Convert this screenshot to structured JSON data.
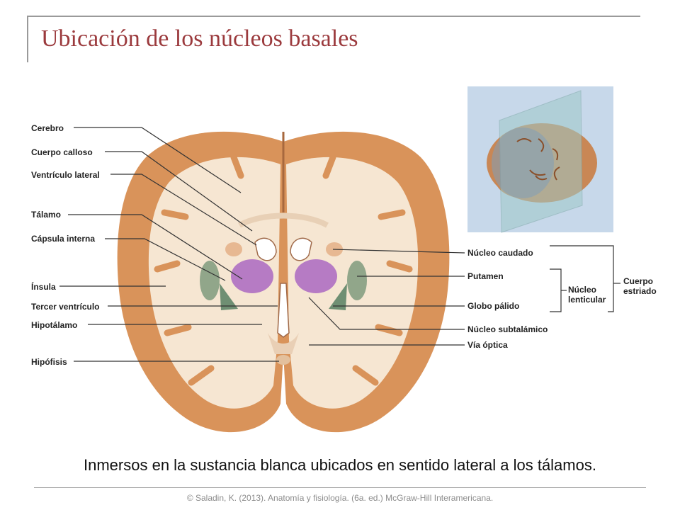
{
  "title": "Ubicación de los núcleos basales",
  "labels_left": {
    "cerebro": "Cerebro",
    "cuerpo_calloso": "Cuerpo calloso",
    "ventriculo_lateral": "Ventrículo lateral",
    "talamo": "Tálamo",
    "capsula_interna": "Cápsula interna",
    "insula": "Ínsula",
    "tercer_ventriculo": "Tercer ventrículo",
    "hipotalamo": "Hipotálamo",
    "hipofisis": "Hipófisis"
  },
  "labels_right": {
    "nucleo_caudado": "Núcleo caudado",
    "putamen": "Putamen",
    "globo_palido": "Globo pálido",
    "nucleo_subtalamico": "Núcleo subtalámico",
    "via_optica": "Vía óptica"
  },
  "groups": {
    "nucleo_lenticular": [
      "Núcleo",
      "lenticular"
    ],
    "cuerpo_estriado": [
      "Cuerpo",
      "estriado"
    ]
  },
  "caption": "Inmersos en la sustancia blanca ubicados en sentido lateral a los tálamos.",
  "credit": "© Saladin, K. (2013). Anatomía y fisiología. (6a. ed.) McGraw-Hill Interamericana.",
  "colors": {
    "title": "#9b3a3d",
    "cortex": "#d9935a",
    "white_matter": "#f6e6d2",
    "thalamus": "#b67bc4",
    "putamen": "#7f9a7e",
    "globus_pallidus": "#6f8f73"
  }
}
